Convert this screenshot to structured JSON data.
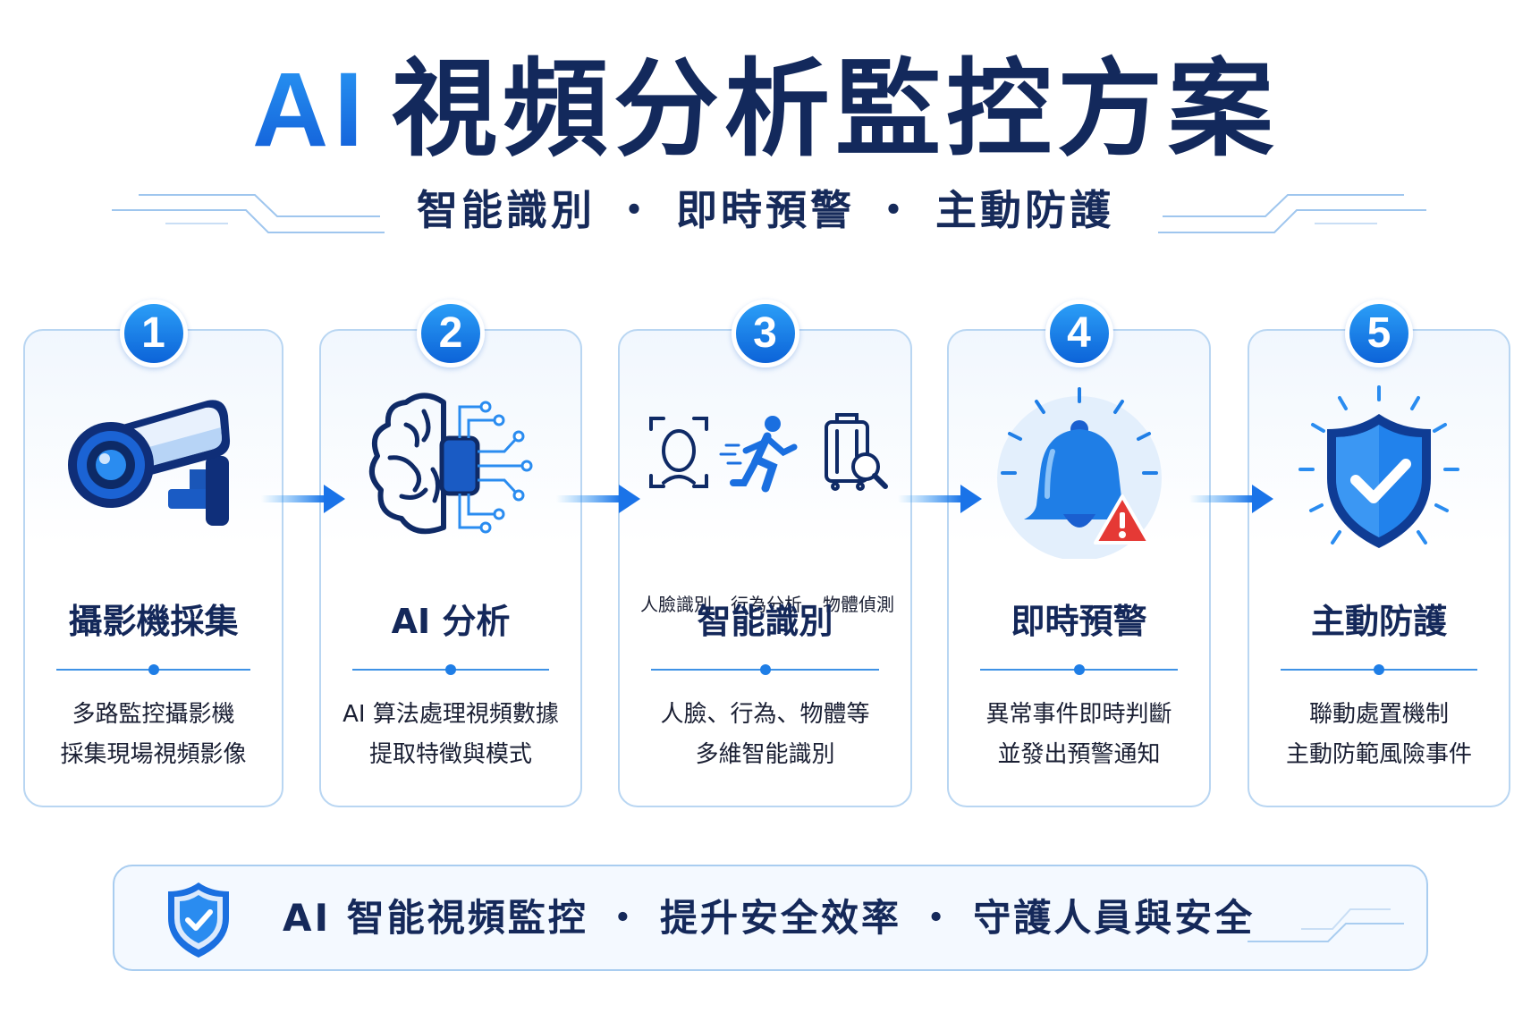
{
  "title": {
    "ai": "AI",
    "rest": "視頻分析監控方案"
  },
  "subtitle": "智能識別 ・ 即時預警 ・ 主動防護",
  "steps": [
    {
      "number": "1",
      "icon": "security-camera-icon",
      "title": "攝影機採集",
      "desc": [
        "多路監控攝影機",
        "採集現場視頻影像"
      ]
    },
    {
      "number": "2",
      "icon": "ai-brain-chip-icon",
      "title": "AI 分析",
      "desc": [
        "AI 算法處理視頻數據",
        "提取特徵與模式"
      ]
    },
    {
      "number": "3",
      "icon": "recognition-icons",
      "title": "智能識別",
      "sub_labels": [
        "人臉識別",
        "行為分析",
        "物體偵測"
      ],
      "desc": [
        "人臉、行為、物體等",
        "多維智能識別"
      ]
    },
    {
      "number": "4",
      "icon": "alert-bell-icon",
      "title": "即時預警",
      "desc": [
        "異常事件即時判斷",
        "並發出預警通知"
      ]
    },
    {
      "number": "5",
      "icon": "shield-check-icon",
      "title": "主動防護",
      "desc": [
        "聯動處置機制",
        "主動防範風險事件"
      ]
    }
  ],
  "footer": {
    "text": "AI 智能視頻監控 ・ 提升安全效率 ・ 守護人員與安全"
  },
  "colors": {
    "primary": "#1a73e8",
    "accent": "#2b9ef7",
    "navy": "#14295a",
    "border": "#b9d6f2",
    "warning": "#e53935"
  }
}
